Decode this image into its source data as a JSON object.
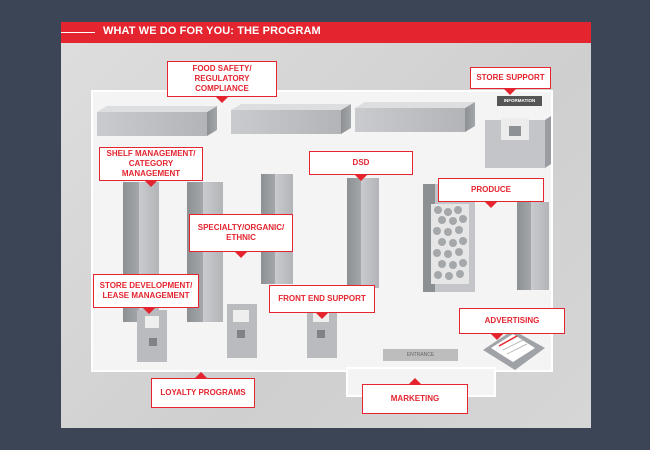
{
  "header": {
    "title": "WHAT WE DO FOR YOU: THE PROGRAM"
  },
  "signs": {
    "information": "INFORMATION",
    "entrance": "ENTRANCE"
  },
  "labels": {
    "food_safety": [
      "FOOD SAFETY/",
      "REGULATORY COMPLIANCE"
    ],
    "store_support": "STORE SUPPORT",
    "shelf_management": [
      "SHELF MANAGEMENT/",
      "CATEGORY MANAGEMENT"
    ],
    "dsd": "DSD",
    "produce": "PRODUCE",
    "specialty": [
      "SPECIALTY/ORGANIC/",
      "ETHNIC"
    ],
    "store_development": [
      "STORE DEVELOPMENT/",
      "LEASE MANAGEMENT"
    ],
    "front_end_support": "FRONT END SUPPORT",
    "advertising": "ADVERTISING",
    "loyalty_programs": "LOYALTY PROGRAMS",
    "marketing": "MARKETING"
  },
  "colors": {
    "accent": "#e4252f",
    "background": "#3b4556",
    "shelf": "#b5b7ba"
  }
}
